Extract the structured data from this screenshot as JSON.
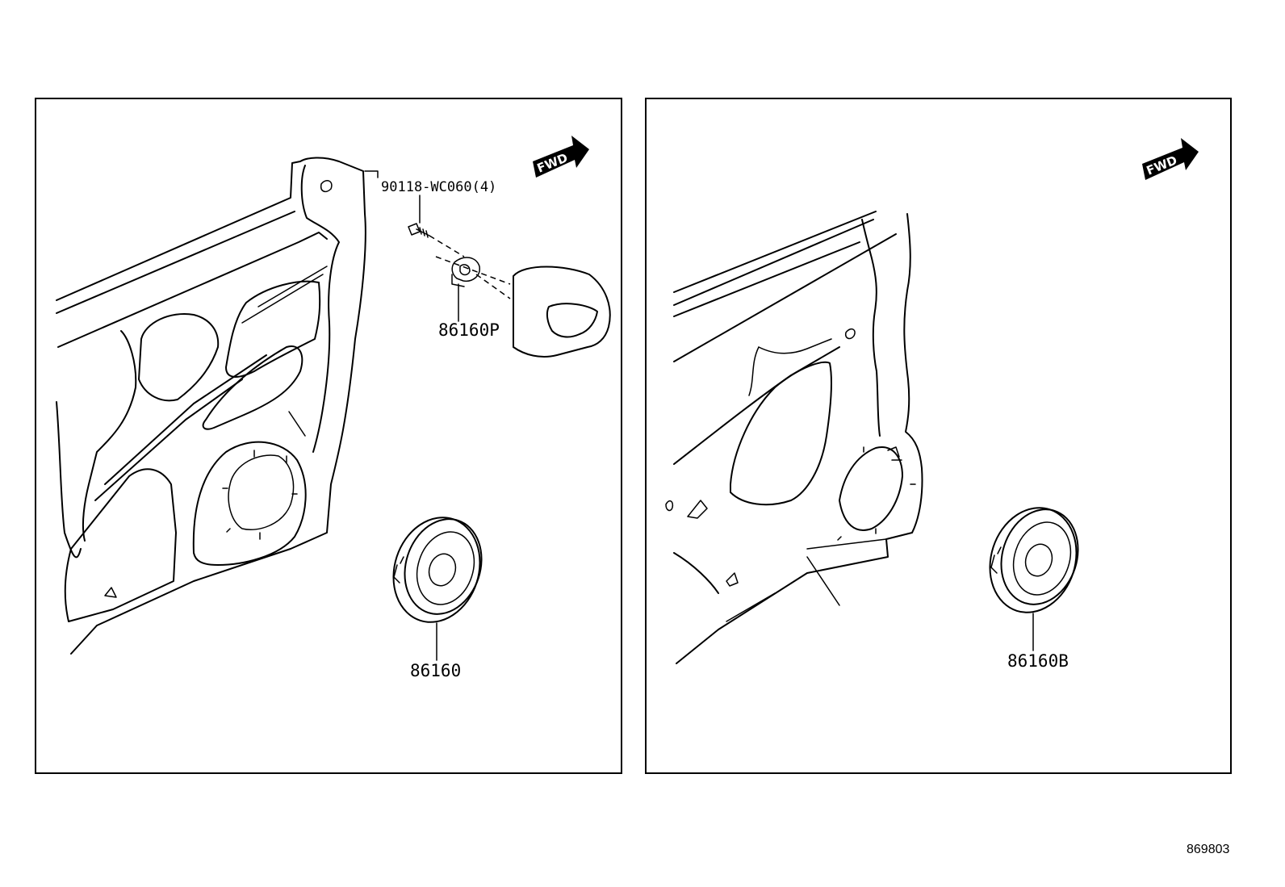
{
  "diagram": {
    "panel_left": {
      "fwd_label": "FWD",
      "callouts": {
        "screw": "90118-WC060(4)",
        "clip": "86160P",
        "speaker": "86160"
      }
    },
    "panel_right": {
      "fwd_label": "FWD",
      "callouts": {
        "speaker": "86160B"
      }
    },
    "reference_number": "869803"
  }
}
